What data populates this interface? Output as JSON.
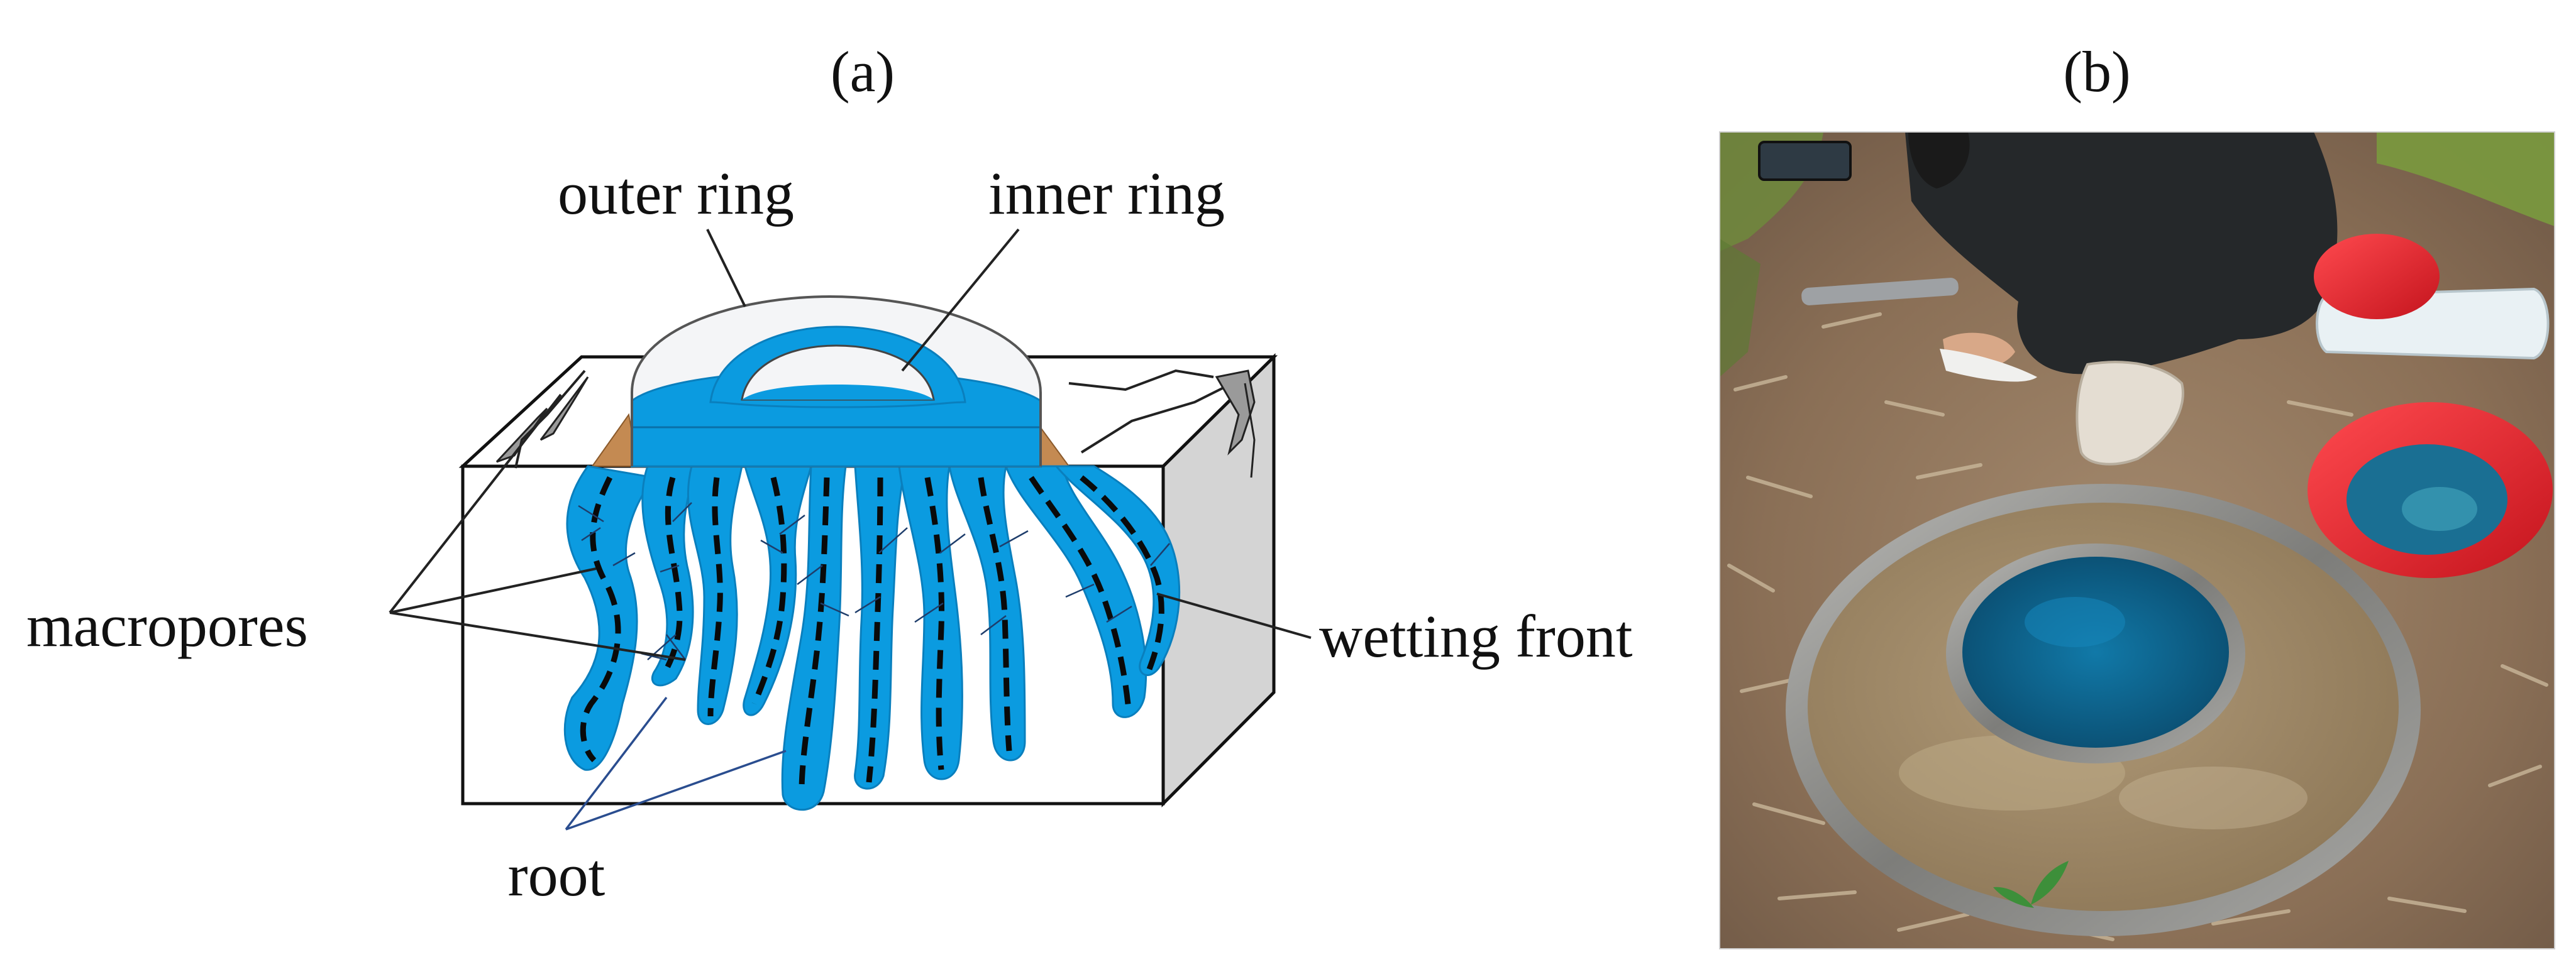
{
  "panels": [
    {
      "id": "a",
      "label": "(a)"
    },
    {
      "id": "b",
      "label": "(b)"
    }
  ],
  "diagram": {
    "labels": {
      "outer_ring": "outer ring",
      "inner_ring": "inner ring",
      "macropores": "macropores",
      "wetting_front": "wetting front",
      "root": "root"
    },
    "colors": {
      "dye": "#0b9be0",
      "dye_dark": "#0a80c0",
      "soil_mound": "#c48a52",
      "ring_fill": "#f4f5f7",
      "block_side": "#d4d4d4",
      "block_face": "#ffffff"
    }
  },
  "photo": {
    "colors": {
      "ground": "#8a6f56",
      "muddy_water": "#a18a68",
      "blue_dye_water": "#0d5d86",
      "ring_metal": "#8e8e8c",
      "red_basin": "#e51f2a",
      "jacket": "#25282a"
    }
  }
}
